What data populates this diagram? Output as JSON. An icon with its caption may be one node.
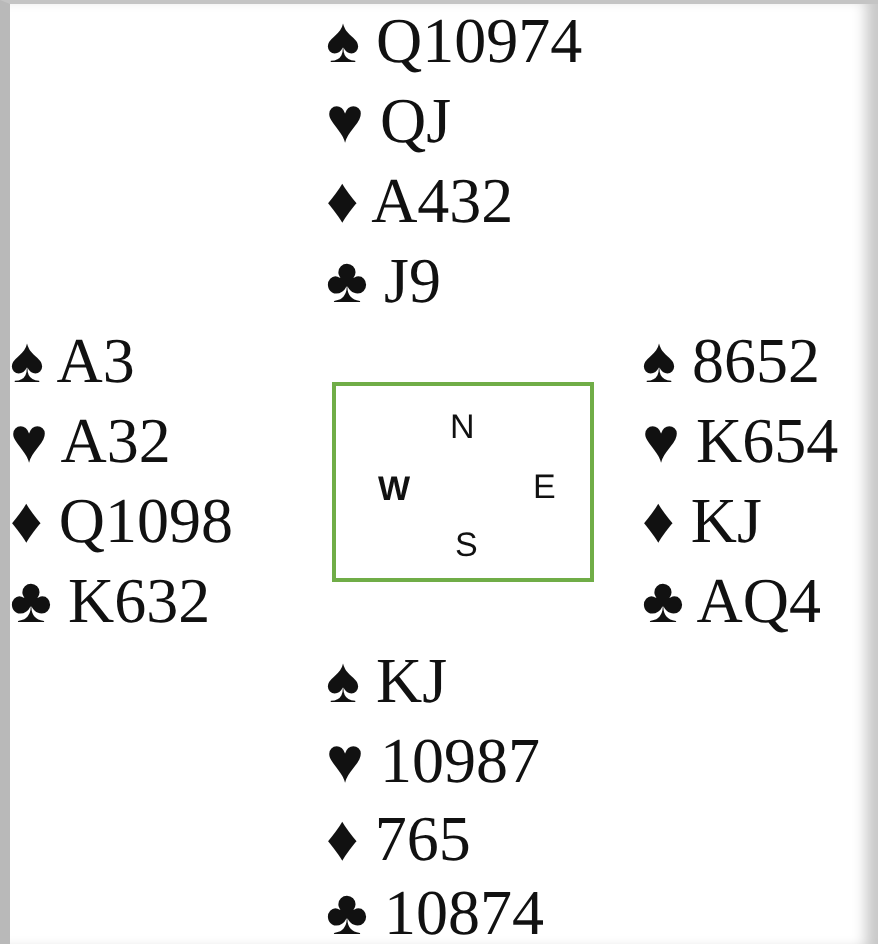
{
  "diagram": {
    "nodes": [
      {
        "text": [
          "N",
          "W",
          "E",
          "S"
        ]
      }
    ],
    "labels": [
      "♠ Q10974",
      "♥ QJ",
      "♦ A432",
      "♣ J9",
      "♠ A3",
      "♠ 8652",
      "♥ A32",
      "♥ K654",
      "♦ Q1098",
      "♦ KJ",
      "♣ K632",
      "♣ AQ4",
      "♠ KJ",
      "♥ 10987",
      "♦ 765",
      "♣ 10874"
    ]
  }
}
